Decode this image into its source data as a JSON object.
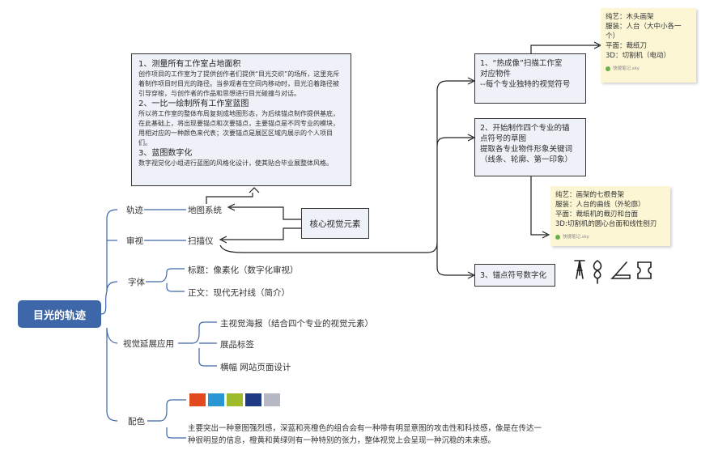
{
  "root": {
    "label": "目光的轨迹"
  },
  "branches": {
    "trajectory": {
      "label": "轨迹",
      "child": "地图系统"
    },
    "review": {
      "label": "审视",
      "child": "扫描仪"
    },
    "font": {
      "label": "字体",
      "children": [
        "标题：像素化（数字化审视）",
        "正文：现代无衬线（简介）"
      ]
    },
    "visual_ext": {
      "label": "视觉延展应用",
      "children": [
        "主视觉海报（结合四个专业的视觉元素）",
        "展品标签",
        "横幅 网站页面设计"
      ]
    },
    "color": {
      "label": "配色",
      "swatches": [
        "#e2491f",
        "#2a96d4",
        "#9dbb2c",
        "#213a86",
        "#b6b8c4"
      ],
      "description": "主要突出一种意图强烈感，深蓝和亮橙色的组合会有一种带有明显意图的攻击性和科技感，像是在传达一种很明显的信息，橙黄和黄绿则有一种特别的张力，整体视觉上会呈现一种沉稳的未来感。"
    }
  },
  "core_visual": "核心视觉元素",
  "top_box": {
    "items": [
      {
        "heading": "1、测量所有工作室占地面积",
        "text": "创作项目的工作室为了提供创作者们提供“目光交织”的场所，这里充斥着制作项目时目光的路径。当参观者在空间内移动时，目光沿着路径被引导穿梭，与创作者的作品和思想进行目光碰撞与对话。"
      },
      {
        "heading": "2、一比一绘制所有工作室蓝图",
        "text": "所以将工作室的整体布局复刻成地图形态，为后续锚点制作提供基底，在此基础上，将出现要锚点和次要锚点，主要锚点是不同专业的模块，用相对应的一种颜色来代表；次要锚点是展区区域内展示的个人项目们。"
      },
      {
        "heading": "3、蓝图数字化",
        "text": "数字视觉化小组进行蓝图的风格化设计，使其贴合毕业展整体风格。"
      }
    ]
  },
  "steps": [
    {
      "lines": [
        "1、“热成像”扫描工作室",
        "对应物件",
        "--每个专业独特的视觉符号"
      ]
    },
    {
      "lines": [
        "2、开始制作四个专业的锚",
        "点符号的草图",
        "提取各专业物件形象关键词",
        "（线条、轮廓、第一印象）"
      ]
    },
    {
      "lines": [
        "3、锚点符号数字化"
      ]
    }
  ],
  "notes": [
    {
      "lines": [
        "纯艺：木头画架",
        "服装：人台（大中小各一",
        "个）",
        "平面：裁纸刀",
        "3D：切割机（电动）"
      ],
      "footer": "快捷笔记.sky"
    },
    {
      "lines": [
        "纯艺：画架的七根骨架",
        "服装：人台的曲线（外轮廓）",
        "平面：裁纸机的裁刃和台面",
        "3D:切割机的圆心台面和线性刨刃"
      ],
      "footer": "快捷笔记.sky"
    }
  ],
  "colors": {
    "root": "#3d67a8",
    "connector": "#3d67a8",
    "box_bg": "#eef2f8",
    "note_bg": "#fcf6d4"
  }
}
